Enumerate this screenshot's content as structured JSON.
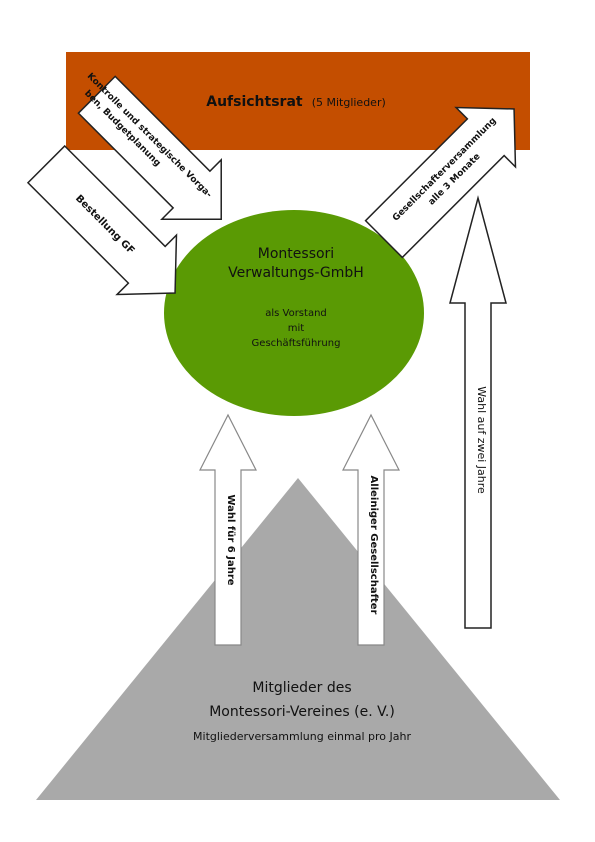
{
  "board": {
    "title": "Aufsichtsrat",
    "members": "(5 Mitglieder)",
    "color": "#c44e00"
  },
  "gmbh": {
    "line1": "Montessori",
    "line2": "Verwaltungs-GmbH",
    "role1": "als Vorstand",
    "role2": "mit",
    "role3": "Geschäftsführung",
    "color": "#5a9a04"
  },
  "verein": {
    "line1": "Mitglieder des",
    "line2": "Montessori-Vereines (e. V.)",
    "line3": "Mitgliederversammlung einmal pro Jahr",
    "color": "#a9a9a9"
  },
  "arrows": {
    "control_line1": "Kontrolle und strategische Vorga-",
    "control_line2": "ben, Budgetplanung",
    "appoint": "Bestellung GF",
    "assembly_line1": "Gesellschafterversammlung",
    "assembly_line2": "alle 3 Monate",
    "elect_board": "Wahl auf zwei Jahre",
    "elect_gmbh": "Wahl für 6 Jahre",
    "shareholder": "Alleiniger Gesellschafter"
  }
}
